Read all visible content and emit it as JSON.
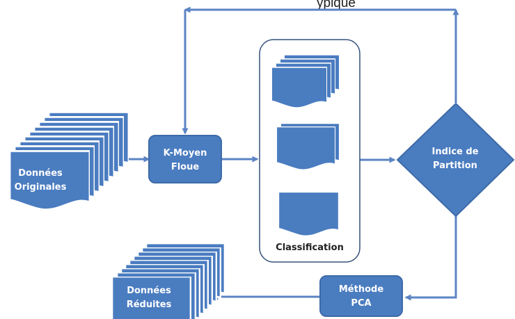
{
  "header_partial_text": "ypique",
  "nodes": {
    "donnees_originales": {
      "line1": "Données",
      "line2": "Originales"
    },
    "k_moyen_floue": {
      "line1": "K-Moyen",
      "line2": "Floue"
    },
    "classification": {
      "label": "Classification"
    },
    "indice_partition": {
      "line1": "Indice de",
      "line2": "Partition"
    },
    "methode_pca": {
      "line1": "Méthode",
      "line2": "PCA"
    },
    "donnees_reduites": {
      "line1": "Données",
      "line2": "Réduites"
    }
  },
  "colors": {
    "shape_fill": "#4a7cc0",
    "shape_stroke": "#3d6aa8",
    "connector": "#5b84c4",
    "panel_border": "#35507a",
    "text_light": "#ffffff",
    "text_dark": "#1f1f1f"
  }
}
